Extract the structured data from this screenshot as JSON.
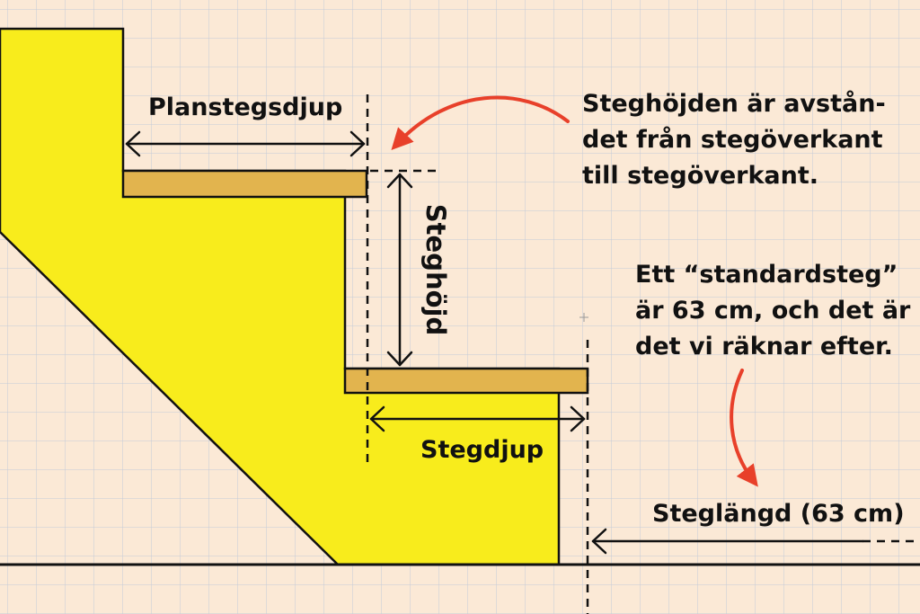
{
  "labels": {
    "planstegsdjup": "Planstegsdjup",
    "steghojd": "Steghöjd",
    "stegdjup": "Stegdjup",
    "steglangd": "Steglängd (63 cm)"
  },
  "notes": {
    "top": [
      "Steghöjden är avstån-",
      "det från stegöverkant",
      "till stegöverkant."
    ],
    "right": [
      "Ett “standardsteg”",
      "är 63 cm, och det är",
      "det vi räknar efter."
    ]
  },
  "colors": {
    "stringer": "#f8ec1c",
    "tread": "#e2b44e",
    "outline": "#111111",
    "arrow_accent": "#e8402a",
    "background": "#fbe9d6",
    "grid": "#c8cdd7"
  }
}
